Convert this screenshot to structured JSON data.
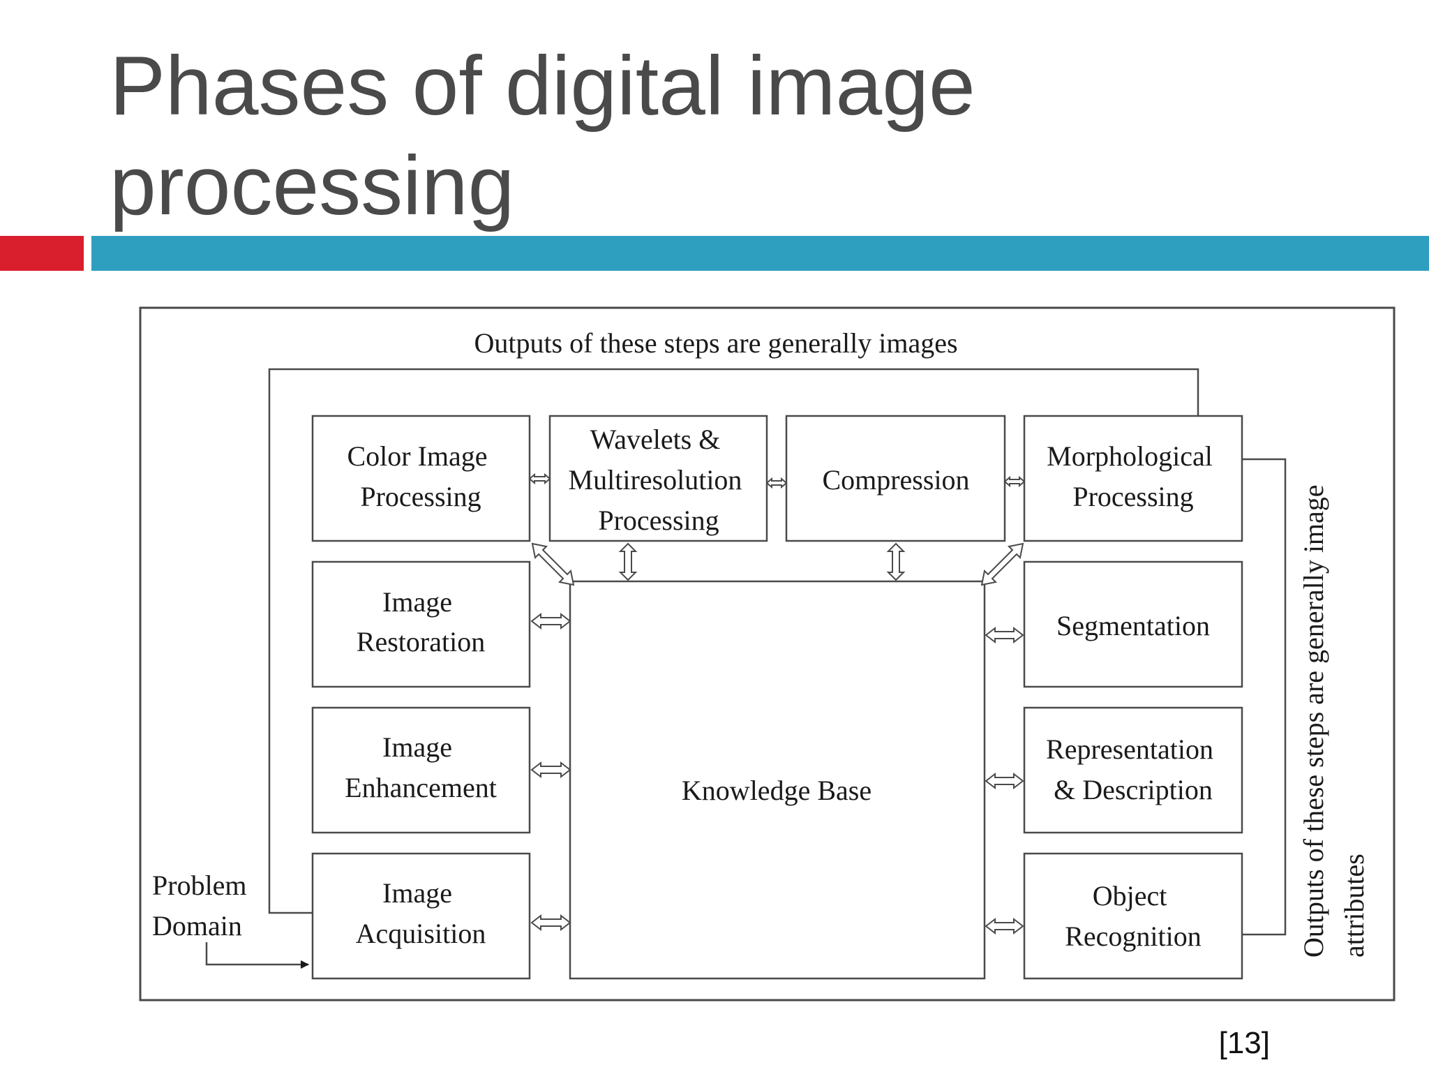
{
  "slide": {
    "title": "Phases of digital image processing",
    "citation": "[13]"
  },
  "diagram": {
    "top_caption": "Outputs of these steps are generally images",
    "side_caption_line1": "Outputs of these steps are generally image",
    "side_caption_line2": "attributes",
    "problem_domain_line1": "Problem",
    "problem_domain_line2": "Domain",
    "knowledge_base": "Knowledge Base",
    "boxes": {
      "color_image": [
        "Color Image",
        "Processing"
      ],
      "wavelets": [
        "Wavelets &",
        "Multiresolution",
        "Processing"
      ],
      "compression": [
        "Compression"
      ],
      "morphological": [
        "Morphological",
        "Processing"
      ],
      "restoration": [
        "Image",
        "Restoration"
      ],
      "enhancement": [
        "Image",
        "Enhancement"
      ],
      "acquisition": [
        "Image",
        "Acquisition"
      ],
      "segmentation": [
        "Segmentation"
      ],
      "representation": [
        "Representation",
        "& Description"
      ],
      "recognition": [
        "Object",
        "Recognition"
      ]
    }
  }
}
